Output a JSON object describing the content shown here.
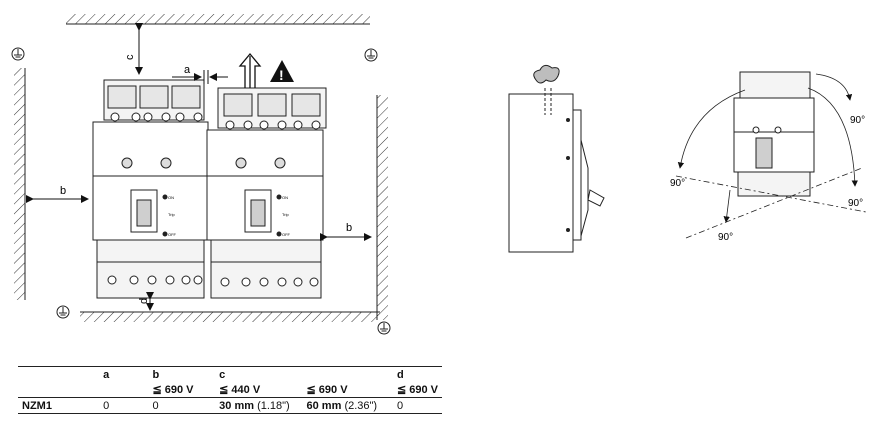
{
  "labels": {
    "a": "a",
    "b": "b",
    "c": "c",
    "d": "d",
    "angle": "90°",
    "warning_symbol": "!",
    "switch_on": "ON",
    "switch_off": "OFF",
    "switch_trip": "Trip"
  },
  "icons": [
    "earth-ground-icon",
    "warning-triangle-icon",
    "arrow-up-icon"
  ],
  "table": {
    "headers": [
      "",
      "a",
      "b",
      "c",
      "",
      "d"
    ],
    "subheaders": [
      "",
      "",
      "≦ 690 V",
      "≦ 440 V",
      "≦ 690 V",
      "≦ 690 V"
    ],
    "row": {
      "name": "NZM1",
      "a": "0",
      "b": "0",
      "c440_value": "30 mm",
      "c440_inch": "(1.18\")",
      "c690_value": "60 mm",
      "c690_inch": "(2.36\")",
      "d": "0"
    }
  }
}
